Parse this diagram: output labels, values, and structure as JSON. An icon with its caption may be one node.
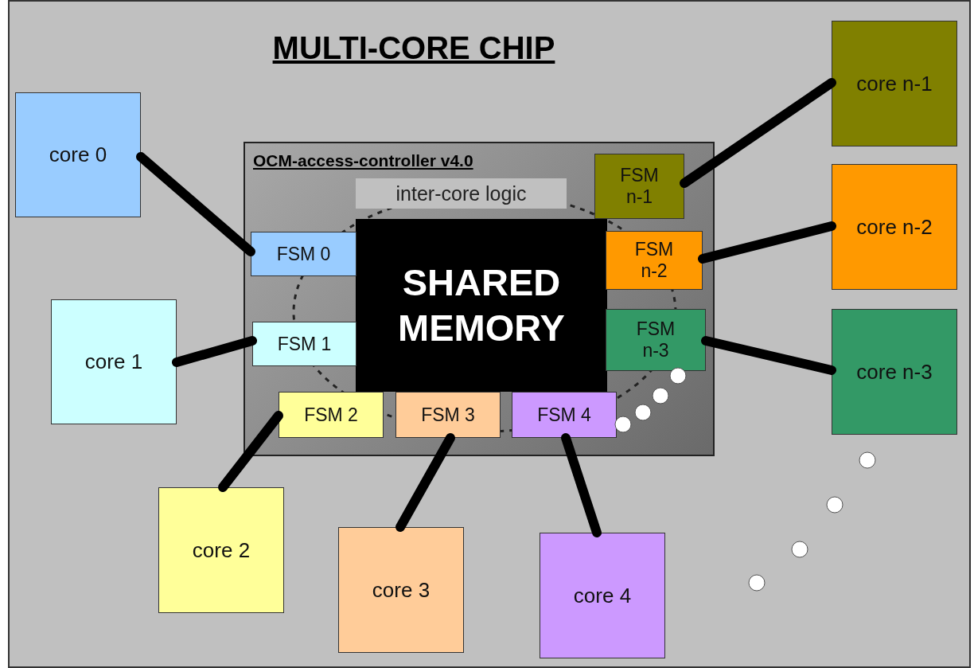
{
  "diagram": {
    "nodes": [
      {
        "text": [
          "MULTI-CORE CHIP"
        ]
      },
      {
        "text": [
          "OCM-access-controller v4.0"
        ],
        "in": 0
      },
      {
        "text": [
          "inter-core logic"
        ],
        "in": 1
      },
      {
        "text": [
          "SHARED MEMORY"
        ],
        "in": 1
      },
      {
        "text": [
          "FSM 0"
        ],
        "in": 1
      },
      {
        "text": [
          "FSM 1"
        ],
        "in": 1
      },
      {
        "text": [
          "FSM 2"
        ],
        "in": 1
      },
      {
        "text": [
          "FSM 3"
        ],
        "in": 1
      },
      {
        "text": [
          "FSM 4"
        ],
        "in": 1
      },
      {
        "text": [
          "FSM n-1"
        ],
        "in": 1
      },
      {
        "text": [
          "FSM n-2"
        ],
        "in": 1
      },
      {
        "text": [
          "FSM n-3"
        ],
        "in": 1
      },
      {
        "text": [
          "core 0"
        ],
        "in": 0
      },
      {
        "text": [
          "core 1"
        ],
        "in": 0
      },
      {
        "text": [
          "core 2"
        ],
        "in": 0
      },
      {
        "text": [
          "core 3"
        ],
        "in": 0
      },
      {
        "text": [
          "core 4"
        ],
        "in": 0
      },
      {
        "text": [
          "core n-1"
        ],
        "in": 0
      },
      {
        "text": [
          "core n-2"
        ],
        "in": 0
      },
      {
        "text": [
          "core n-3"
        ],
        "in": 0
      }
    ],
    "edges": [
      {
        "from": 12,
        "to": 4,
        "arrow": "none"
      },
      {
        "from": 13,
        "to": 5,
        "arrow": "none"
      },
      {
        "from": 14,
        "to": 6,
        "arrow": "none"
      },
      {
        "from": 15,
        "to": 7,
        "arrow": "none"
      },
      {
        "from": 16,
        "to": 8,
        "arrow": "none"
      },
      {
        "from": 17,
        "to": 9,
        "arrow": "none"
      },
      {
        "from": 18,
        "to": 10,
        "arrow": "none"
      },
      {
        "from": 19,
        "to": 11,
        "arrow": "none"
      }
    ]
  }
}
